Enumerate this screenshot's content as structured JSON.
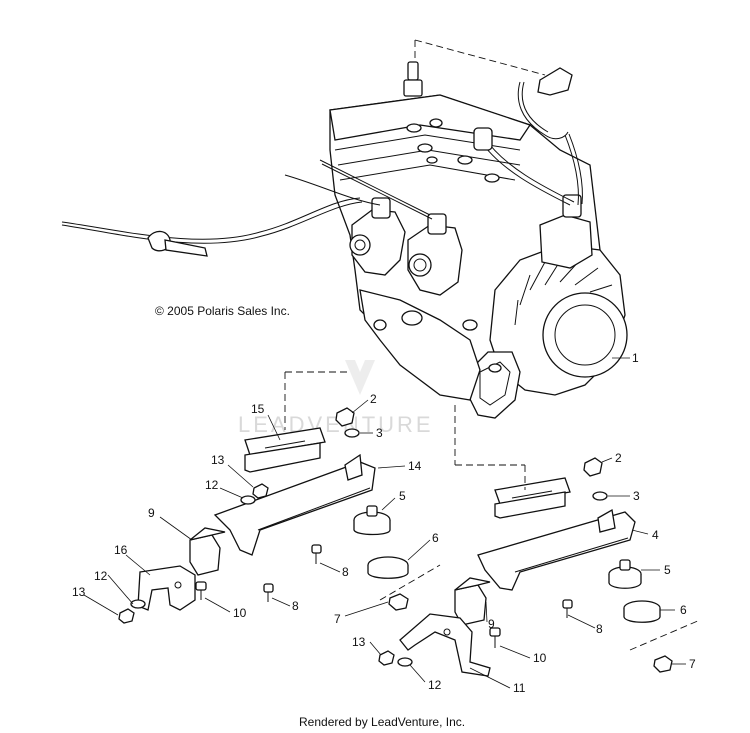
{
  "copyright": "© 2005 Polaris Sales Inc.",
  "watermark": "LEADVENTURE",
  "footer": "Rendered by LeadVenture, Inc.",
  "callouts": [
    "1",
    "2",
    "3",
    "15",
    "13",
    "14",
    "12",
    "2",
    "3",
    "9",
    "5",
    "4",
    "16",
    "6",
    "8",
    "12",
    "5",
    "13",
    "10",
    "8",
    "7",
    "6",
    "9",
    "8",
    "13",
    "10",
    "12",
    "11",
    "7"
  ]
}
